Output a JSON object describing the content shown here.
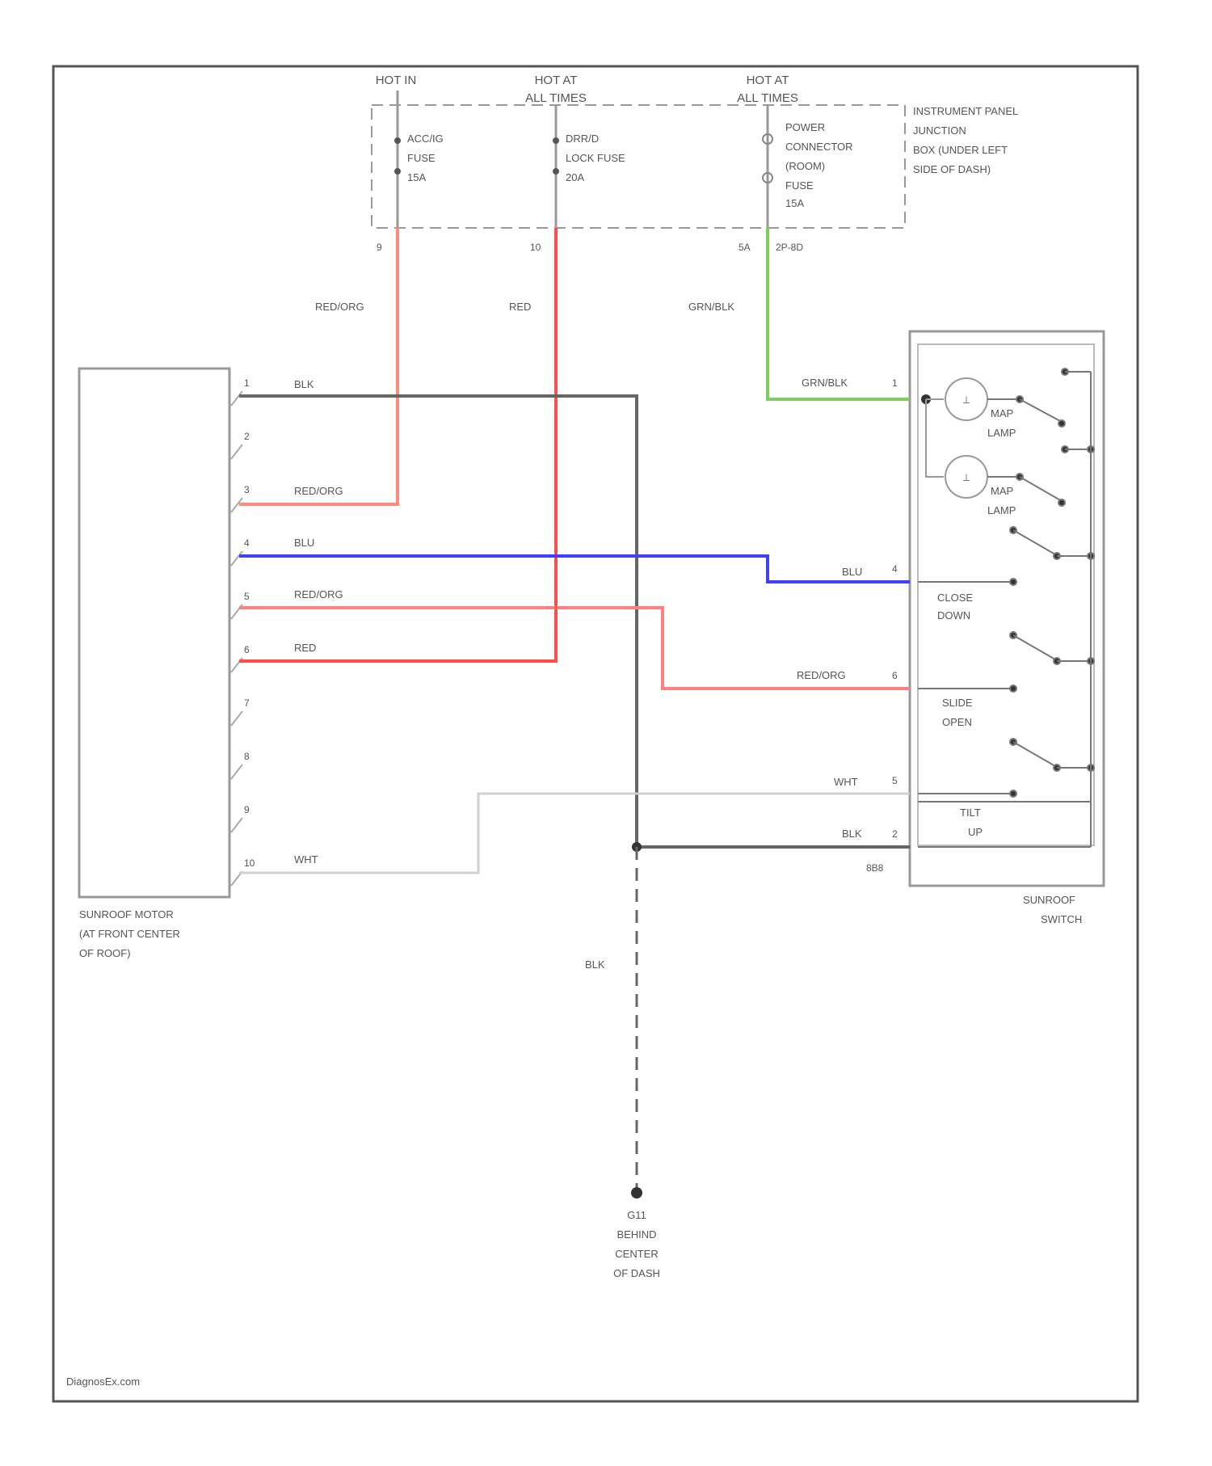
{
  "sources": {
    "hot_in": "HOT IN",
    "hot_at_all_times_1": [
      "HOT AT",
      "ALL TIMES"
    ],
    "hot_at_all_times_2": [
      "HOT AT",
      "ALL TIMES"
    ]
  },
  "fuses": {
    "acc_fuse": [
      "ACC/IG",
      "FUSE",
      "15A"
    ],
    "door_lock_fuse": [
      "DRR/D",
      "LOCK FUSE",
      "20A"
    ],
    "power_connector": [
      "POWER",
      "CONNECTOR",
      "(ROOM)",
      "FUSE",
      "15A"
    ]
  },
  "junction_box_label": [
    "INSTRUMENT PANEL",
    "JUNCTION",
    "BOX (UNDER LEFT",
    "SIDE OF DASH)"
  ],
  "fuse_pins": {
    "acc": "9",
    "door": "10",
    "power": "5A",
    "power_conn": "2P-8D"
  },
  "wire_labels": {
    "red_org_top": "RED/ORG",
    "red_top": "RED",
    "grn_blk_top": "GRN/BLK",
    "grn_blk_switch": "GRN/BLK",
    "blk_motor": "BLK",
    "red_org_motor3": "RED/ORG",
    "blu_motor": "BLU",
    "red_org_motor5": "RED/ORG",
    "red_motor": "RED",
    "wht_motor": "WHT",
    "blu_switch": "BLU",
    "red_org_switch": "RED/ORG",
    "wht_switch": "WHT",
    "blk_switch": "BLK",
    "blk_ground": "BLK"
  },
  "motor": {
    "label": [
      "SUNROOF MOTOR",
      "(AT FRONT CENTER",
      "OF ROOF)"
    ],
    "pins": [
      "1",
      "2",
      "3",
      "4",
      "5",
      "6",
      "7",
      "8",
      "9",
      "10"
    ]
  },
  "switch": {
    "label": [
      "SUNROOF",
      "SWITCH"
    ],
    "pins": {
      "grn": "1",
      "blu": "4",
      "red": "6",
      "wht": "5",
      "blk": "2"
    },
    "connector": "8B8",
    "lamp1": [
      "MAP",
      "LAMP"
    ],
    "lamp2": [
      "MAP",
      "LAMP"
    ],
    "close_down": [
      "CLOSE",
      "DOWN"
    ],
    "slide_open": [
      "SLIDE",
      "OPEN"
    ],
    "tilt_up": [
      "TILT",
      "UP"
    ]
  },
  "ground": {
    "id": "G11",
    "label": [
      "BEHIND",
      "CENTER",
      "OF DASH"
    ]
  },
  "watermark": "DiagnosEx.com",
  "colors": {
    "red_org": "#ff8c78",
    "red": "#ff4d4d",
    "blu": "#3f3fff",
    "grn": "#7ccf5a",
    "blk": "#555555",
    "wht": "#cccccc",
    "frame": "#555555"
  }
}
